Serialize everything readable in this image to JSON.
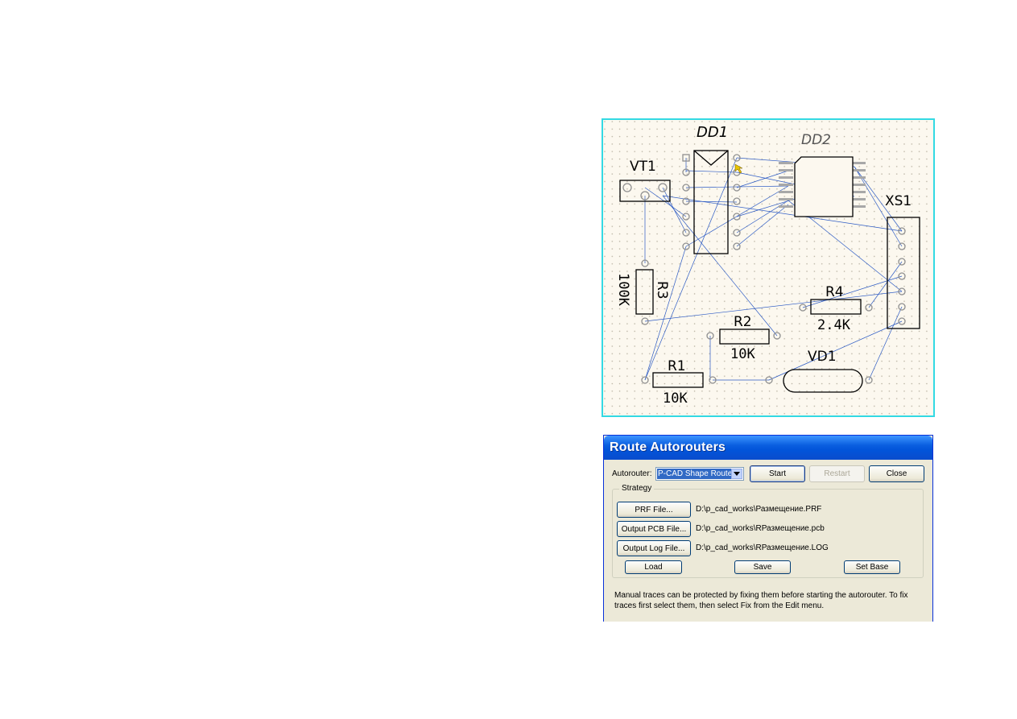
{
  "pcb": {
    "labels": {
      "dd1": "DD1",
      "dd2": "DD2",
      "vt1": "VT1",
      "xs1": "XS1",
      "r1": "R1",
      "r1_value": "10K",
      "r2": "R2",
      "r2_value": "10K",
      "r3": "R3",
      "r3_value": "100K",
      "r4": "R4",
      "r4_value": "2.4K",
      "vd1": "VD1"
    },
    "colors": {
      "border": "#33d9e3",
      "background": "#fcf8ef",
      "ratsnest": "#2d5bc4",
      "pad": "#8f8f8f"
    }
  },
  "dialog": {
    "title": "Route Autorouters",
    "autorouter_label": "Autorouter:",
    "autorouter_value": "P-CAD Shape Router",
    "start_label": "Start",
    "restart_label": "Restart",
    "close_label": "Close",
    "strategy_legend": "Strategy",
    "prf_button": "PRF File...",
    "prf_path": "D:\\p_cad_works\\Размещение.PRF",
    "output_pcb_button": "Output PCB File...",
    "output_pcb_path": "D:\\p_cad_works\\RРазмещение.pcb",
    "output_log_button": "Output Log File...",
    "output_log_path": "D:\\p_cad_works\\RРазмещение.LOG",
    "load_button": "Load",
    "save_button": "Save",
    "set_base_button": "Set Base",
    "note": "Manual traces can be protected by fixing them before starting the autorouter. To fix traces first select them, then select Fix from the Edit menu."
  }
}
